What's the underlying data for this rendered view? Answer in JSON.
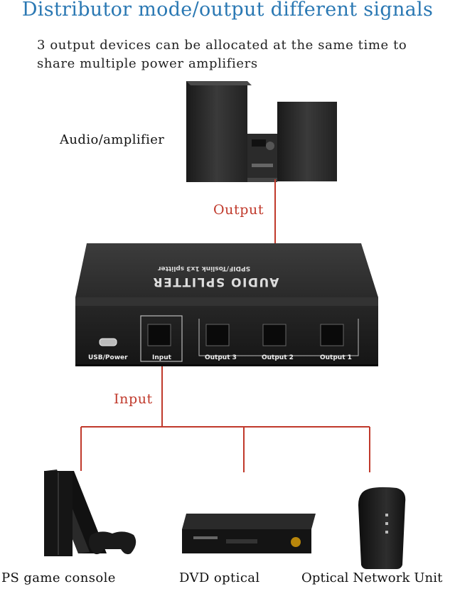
{
  "title": "Distributor mode/output different signals",
  "description": {
    "line1": "3 output devices can be allocated at the same time to",
    "line2": "share multiple power amplifiers"
  },
  "labels": {
    "amplifier": "Audio/amplifier",
    "output": "Output",
    "input": "Input",
    "ps_console": "PS game console",
    "dvd": "DVD optical",
    "onu": "Optical Network Unit"
  },
  "splitter": {
    "name": "AUDIO SPLITTER",
    "subtitle": "SPDIF/Toslink 1x3 splitter",
    "usb_label": "USB/Power",
    "input_label": "Input",
    "output3_label": "Output 3",
    "output2_label": "Output 2",
    "output1_label": "Output 1"
  },
  "colors": {
    "title": "#2a78b3",
    "line": "#c0392b"
  },
  "icons": [
    "speaker-icon",
    "audio-splitter-icon",
    "game-console-icon",
    "dvd-player-icon",
    "router-icon"
  ]
}
